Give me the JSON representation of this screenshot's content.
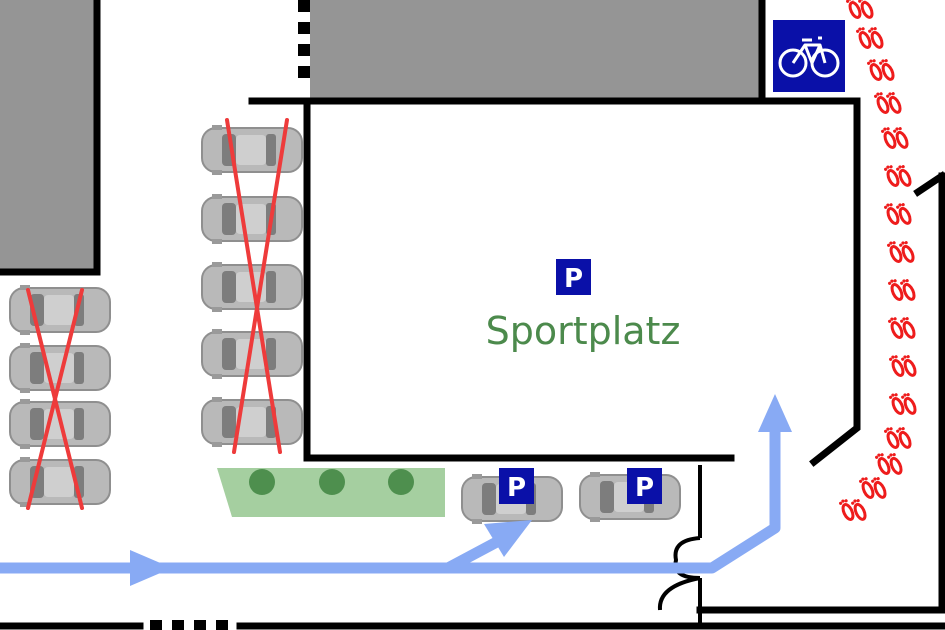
{
  "map": {
    "venue_label": "Sportplatz",
    "parking_letter": "P"
  },
  "colors": {
    "building": "#959595",
    "wall": "#000000",
    "parking_blue": "#0a10a8",
    "venue_green": "#4c8a4c",
    "no_parking_red": "#ee3b3b",
    "path_blue": "#88aaf4",
    "hedge_green": "#a5cfa0",
    "tree_green": "#4e8f4e",
    "footprint_red": "#ee1c1c"
  },
  "icons": {
    "parking_sign": "parking-sign-icon",
    "bicycle_sign": "bicycle-sign-icon",
    "footprints": "footprints-icon",
    "car": "car-icon",
    "no_parking_cross": "no-parking-cross-icon",
    "tree": "tree-icon"
  },
  "zones": {
    "no_parking_left_count": 4,
    "no_parking_middle_count": 5,
    "allowed_parking_count": 2,
    "tree_count": 3
  }
}
